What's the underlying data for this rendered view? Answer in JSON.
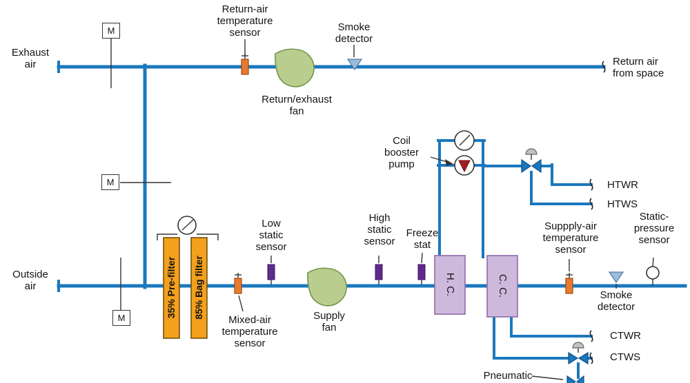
{
  "labels": {
    "exhaust_air": "Exhaust\nair",
    "damper_m": "M",
    "return_air_temp_sensor": "Return-air\ntemperature\nsensor",
    "smoke_detector_top": "Smoke\ndetector",
    "return_exhaust_fan": "Return/exhaust\nfan",
    "return_air_from_space": "Return air\nfrom space",
    "coil_booster_pump": "Coil\nbooster\npump",
    "htwr": "HTWR",
    "htws": "HTWS",
    "outside_air": "Outside\nair",
    "pre_filter": "35% Pre-filter",
    "bag_filter": "85% Bag filter",
    "low_static_sensor": "Low\nstatic\nsensor",
    "mixed_air_temp_sensor": "Mixed-air\ntemperature\nsensor",
    "supply_fan": "Supply\nfan",
    "high_static_sensor": "High\nstatic\nsensor",
    "freeze_stat": "Freeze\nstat",
    "heating_coil": "H. C.",
    "cooling_coil": "C. C.",
    "supply_air_temp_sensor": "Suppply-air\ntemperature\nsensor",
    "static_pressure_sensor": "Static-\npressure\nsensor",
    "smoke_detector_bottom": "Smoke\ndetector",
    "ctwr": "CTWR",
    "ctws": "CTWS",
    "pneumatic": "Pneumatic"
  },
  "colors": {
    "pipe_blue": "#1b78be",
    "fan_green": "#b8cd8e",
    "filter_orange": "#f3a01d",
    "coil_lavender": "#cdb9dc",
    "sensor_orange": "#e87a2e",
    "sensor_purple": "#5f2a8e",
    "smoke_blue": "#9bbcdc",
    "pump_red": "#a32020"
  }
}
